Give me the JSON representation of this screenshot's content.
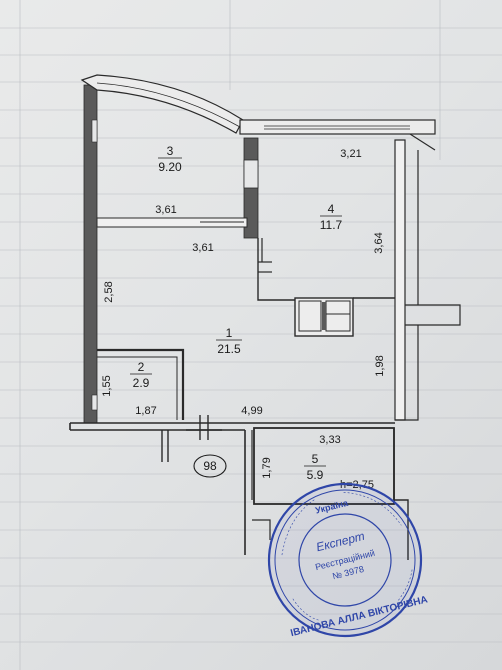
{
  "rooms": [
    {
      "number": "1",
      "area": "21.5"
    },
    {
      "number": "2",
      "area": "2.9"
    },
    {
      "number": "3",
      "area": "9.20"
    },
    {
      "number": "4",
      "area": "11.7"
    },
    {
      "number": "5",
      "area": "5.9"
    }
  ],
  "dimensions": {
    "d_3_21": "3,21",
    "d_3_61_top": "3,61",
    "d_3_61_mid": "3,61",
    "d_3_64": "3,64",
    "d_2_58": "2,58",
    "d_1_98": "1,98",
    "d_1_55": "1,55",
    "d_1_87": "1,87",
    "d_4_99": "4,99",
    "d_3_33": "3,33",
    "d_1_79": "1,79"
  },
  "height": "h=2,75",
  "apartment_number": "98",
  "stamp": {
    "title": "Експерт",
    "reg_label": "Реєстраційний",
    "reg_number": "№ 3978",
    "name": "ІВАНОВА АЛЛА ВІКТОРІВНА",
    "ring_top": "Україна",
    "color": "#2f46a8"
  },
  "colors": {
    "paper": "#e4e6e7",
    "wall": "#5a5a5a",
    "ink": "#1b1b1b"
  }
}
